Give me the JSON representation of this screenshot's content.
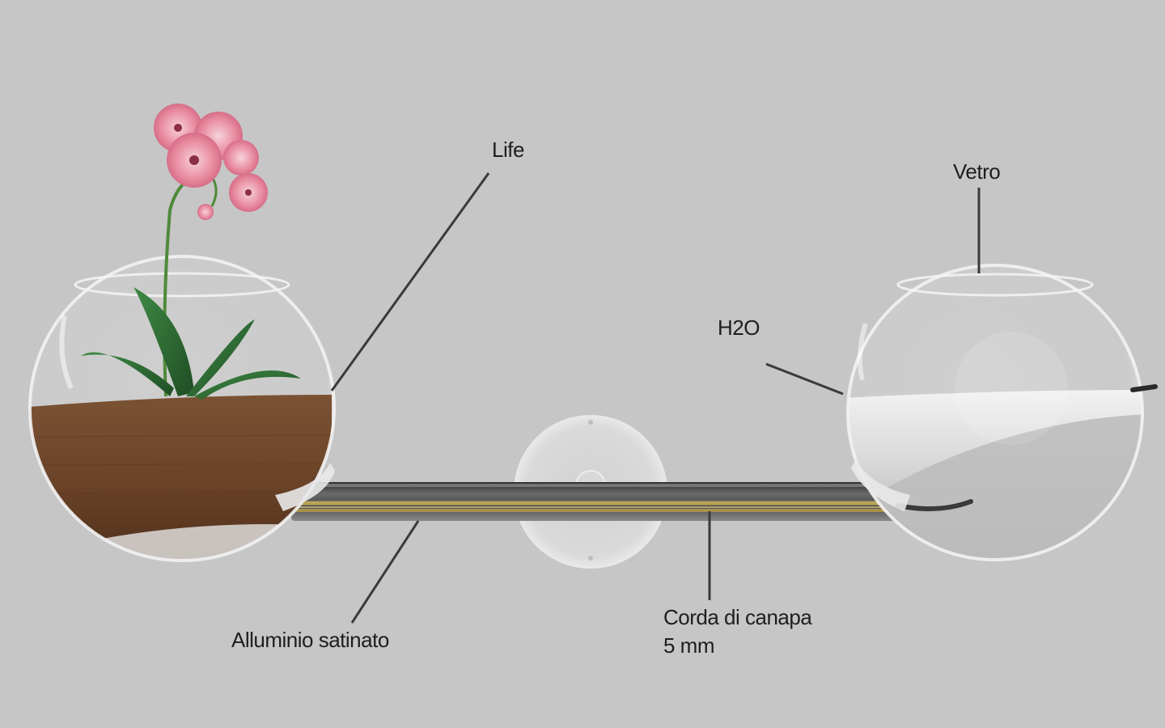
{
  "diagram": {
    "labels": {
      "life": "Life",
      "vetro": "Vetro",
      "h2o": "H2O",
      "alluminio": "Alluminio satinato",
      "corda_line1": "Corda di canapa",
      "corda_line2": "5 mm"
    },
    "colors": {
      "background": "#c6c6c6",
      "soil": "#6b4328",
      "leaf": "#2f6b35",
      "petal": "#e4829b",
      "rope": "#b9a35a",
      "bar": "#4a4a4a",
      "leader_line": "#3a3a3a"
    }
  }
}
